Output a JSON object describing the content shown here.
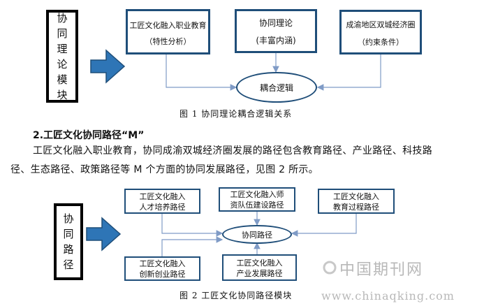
{
  "fig1": {
    "left_box": [
      "协",
      "同",
      "理",
      "论",
      "模",
      "块"
    ],
    "boxes": [
      {
        "line1": "工匠文化融入职业教育",
        "line2": "（特性分析）"
      },
      {
        "line1": "协同理论",
        "line2": "(丰富内涵)"
      },
      {
        "line1": "成渝地区双城经济圈",
        "line2": "（约束条件）"
      }
    ],
    "ellipse": "耦合逻辑",
    "caption": "图 1  协同理论耦合逻辑关系"
  },
  "section": {
    "heading": "2.工匠文化协同路径“M”",
    "paragraph_line1": "工匠文化融入职业教育，协同成渝双城经济圈发展的路径包含教育路径、产业路径、科技路",
    "paragraph_line2": "径、生态路径、政策路径等 M 个方面的协同发展路径，见图 2 所示。"
  },
  "fig2": {
    "left_box": [
      "协",
      "同",
      "路",
      "径"
    ],
    "top_boxes": [
      {
        "line1": "工匠文化融入",
        "line2": "人才培养路径"
      },
      {
        "line1": "工匠文化融入师",
        "line2": "资队伍建设路径"
      },
      {
        "line1": "工匠文化融入",
        "line2": "教育过程路径"
      }
    ],
    "bottom_boxes": [
      {
        "line1": "工匠文化融入",
        "line2": "创新创业路径"
      },
      {
        "line1": "工匠文化融入",
        "line2": "产业发展路径"
      }
    ],
    "ellipse": "协同路径",
    "caption": "图 2  工匠文化协同路径模块"
  },
  "watermark": {
    "line1": "中国期刊网",
    "line2": "www.chinaqking.com"
  },
  "colors": {
    "box_border": "#1f4e79",
    "arrow_fill": "#2e75b6",
    "connector": "#7f9bc6"
  }
}
